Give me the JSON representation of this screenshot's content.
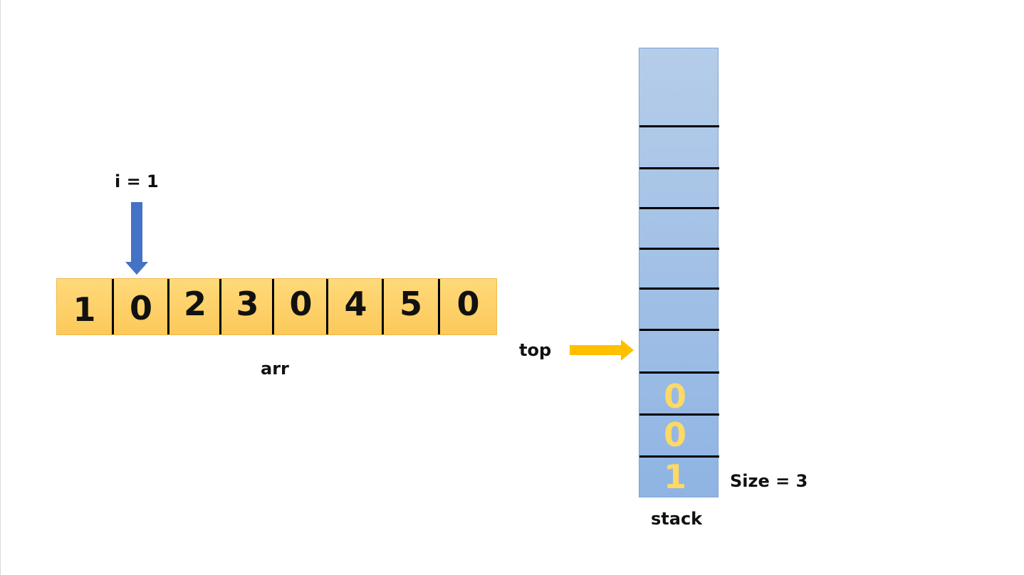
{
  "pointer": {
    "label": "i = 1",
    "index": 1
  },
  "array": {
    "name": "arr",
    "values": [
      "1",
      "0",
      "2",
      "3",
      "0",
      "4",
      "5",
      "0"
    ]
  },
  "stack": {
    "name": "stack",
    "top_label": "top",
    "values_bottom_to_top": [
      "1",
      "0",
      "0"
    ],
    "size_label": "Size = 3"
  },
  "colors": {
    "array_fill": "#fcc95a",
    "stack_fill": "#a3c0e6",
    "pointer_arrow": "#4472c4",
    "top_arrow": "#ffc000",
    "stack_value": "#ffd966"
  }
}
